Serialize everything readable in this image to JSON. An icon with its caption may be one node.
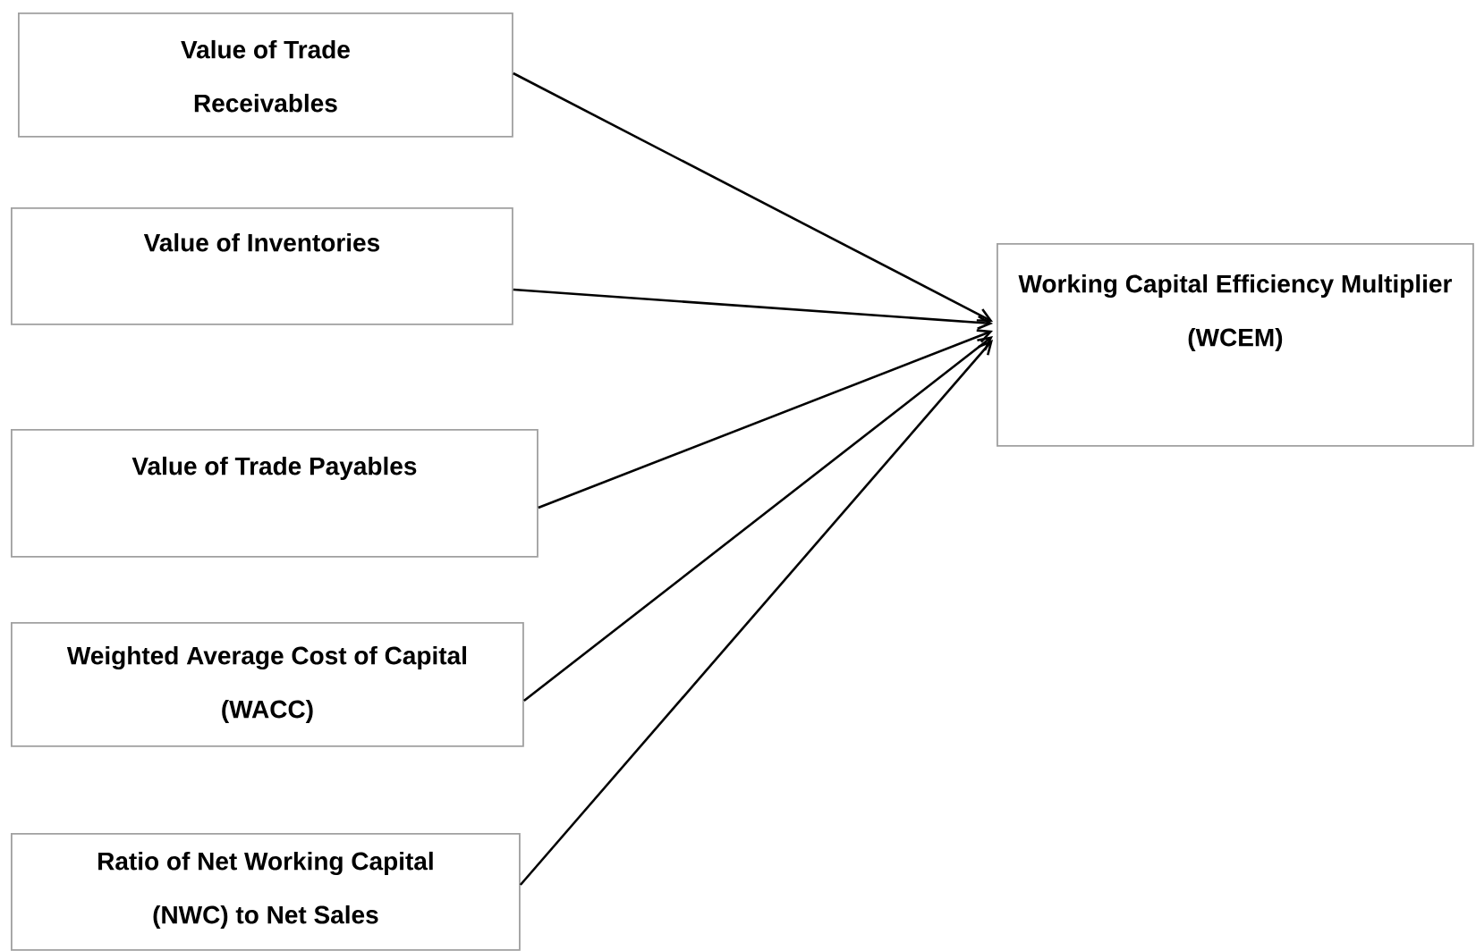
{
  "diagram": {
    "nodes": [
      {
        "text": [
          "Value of Trade Receivables"
        ]
      },
      {
        "text": [
          "Value of Inventories"
        ]
      },
      {
        "text": [
          "Value of Trade Payables"
        ]
      },
      {
        "text": [
          "Weighted Average Cost of Capital (WACC)"
        ]
      },
      {
        "text": [
          "Ratio of Net Working Capital (NWC) to Net Sales"
        ]
      },
      {
        "text": [
          "Working Capital Efficiency Multiplier (WCEM)"
        ]
      }
    ],
    "edges": [
      {
        "from": 0,
        "to": 5,
        "arrow": "to"
      },
      {
        "from": 1,
        "to": 5,
        "arrow": "to"
      },
      {
        "from": 2,
        "to": 5,
        "arrow": "to"
      },
      {
        "from": 3,
        "to": 5,
        "arrow": "to"
      },
      {
        "from": 4,
        "to": 5,
        "arrow": "to"
      }
    ]
  }
}
